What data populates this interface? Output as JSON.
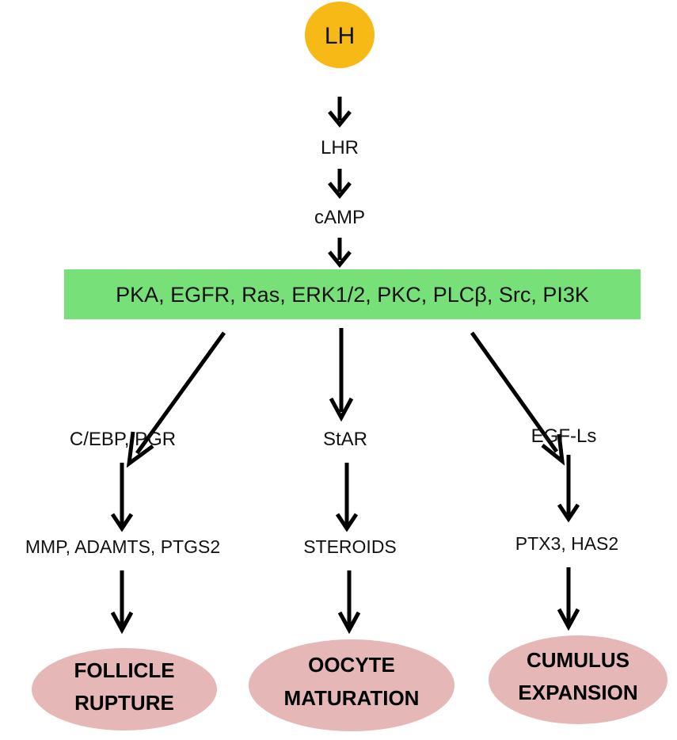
{
  "colors": {
    "lh_node": "#F7B915",
    "kinase_box": "#78E078",
    "outcome_node": "#E5B8B7",
    "arrow": "#000000",
    "text": "#111111"
  },
  "nodes": {
    "lh": "LH",
    "lhr": "LHR",
    "camp": "cAMP",
    "kinases": "PKA, EGFR, Ras, ERK1/2, PKC, PLCβ, Src, PI3K"
  },
  "branches": [
    {
      "name": "left",
      "mediator": "C/EBP, PGR",
      "effectors": "MMP, ADAMTS, PTGS2",
      "outcome_line1": "FOLLICLE",
      "outcome_line2": "RUPTURE"
    },
    {
      "name": "center",
      "mediator": "StAR",
      "effectors": "STEROIDS",
      "outcome_line1": "OOCYTE",
      "outcome_line2": "MATURATION"
    },
    {
      "name": "right",
      "mediator": "EGF-Ls",
      "effectors": "PTX3, HAS2",
      "outcome_line1": "CUMULUS",
      "outcome_line2": "EXPANSION"
    }
  ],
  "edges": [
    {
      "from": "LH",
      "to": "LHR"
    },
    {
      "from": "LHR",
      "to": "cAMP"
    },
    {
      "from": "cAMP",
      "to": "kinases"
    },
    {
      "from": "kinases",
      "to": "C/EBP, PGR"
    },
    {
      "from": "kinases",
      "to": "StAR"
    },
    {
      "from": "kinases",
      "to": "EGF-Ls"
    },
    {
      "from": "C/EBP, PGR",
      "to": "MMP, ADAMTS, PTGS2"
    },
    {
      "from": "StAR",
      "to": "STEROIDS"
    },
    {
      "from": "EGF-Ls",
      "to": "PTX3, HAS2"
    },
    {
      "from": "MMP, ADAMTS, PTGS2",
      "to": "FOLLICLE RUPTURE"
    },
    {
      "from": "STEROIDS",
      "to": "OOCYTE MATURATION"
    },
    {
      "from": "PTX3, HAS2",
      "to": "CUMULUS EXPANSION"
    }
  ]
}
